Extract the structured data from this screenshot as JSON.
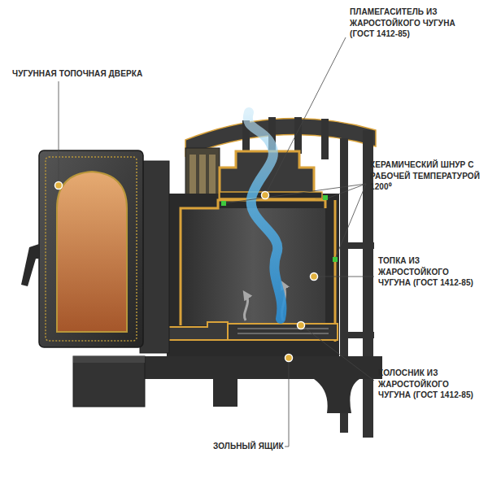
{
  "diagram": {
    "labels": [
      "ЧУГУННАЯ ТОПОЧНАЯ ДВЕРКА",
      "ПЛАМЕГАСИТЕЛЬ ИЗ ЖАРОСТОЙКОГО ЧУГУНА (ГОСТ 1412-85)",
      "КЕРАМИЧЕСКИЙ ШНУР С РАБОЧЕЙ ТЕМПЕРАТУРОЙ 1200⁰",
      "ТОПКА ИЗ ЖАРОСТОЙКОГО ЧУГУНА (ГОСТ 1412-85)",
      "КОЛОСНИК ИЗ ЖАРОСТОЙКОГО ЧУГУНА (ГОСТ 1412-85)",
      "ЗОЛЬНЫЙ ЯЩИК"
    ]
  }
}
